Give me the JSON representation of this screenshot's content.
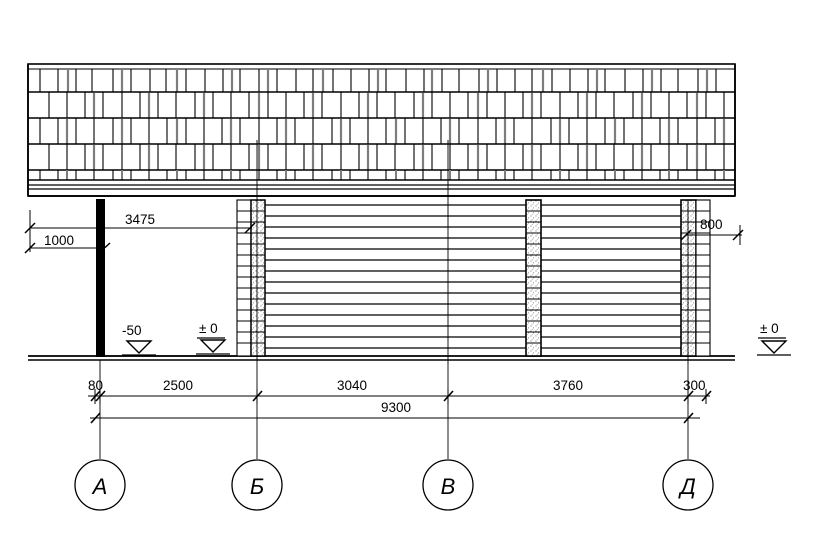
{
  "drawing": {
    "type": "architectural-elevation",
    "title": "",
    "roof": {
      "name": "shingle-roof",
      "shingle_rows": 5,
      "fascia_lines": 4
    },
    "walls": {
      "left_solid_wall": "solid-black-wall",
      "siding": "horizontal-siding",
      "columns": [
        "column-axis-b",
        "column-axis-v",
        "column-axis-d"
      ]
    },
    "vertical_dimensions": [
      {
        "name": "height-3475",
        "value": "3475"
      },
      {
        "name": "height-1000",
        "value": "1000"
      },
      {
        "name": "offset-800",
        "value": "800"
      }
    ],
    "levels": [
      {
        "name": "level-minus-50",
        "value": "-50"
      },
      {
        "name": "level-zero-interior",
        "value": "± 0"
      },
      {
        "name": "level-zero-exterior",
        "value": "± 0"
      }
    ],
    "dimension_chain": {
      "segments": [
        {
          "name": "segment-80",
          "value": "80"
        },
        {
          "name": "segment-2500",
          "value": "2500"
        },
        {
          "name": "segment-3040",
          "value": "3040"
        },
        {
          "name": "segment-3760",
          "value": "3760"
        },
        {
          "name": "segment-300",
          "value": "300"
        }
      ],
      "total": {
        "name": "total-9300",
        "value": "9300"
      }
    },
    "axes": [
      {
        "name": "axis-bubble-a",
        "label": "А"
      },
      {
        "name": "axis-bubble-b",
        "label": "Б"
      },
      {
        "name": "axis-bubble-v",
        "label": "В"
      },
      {
        "name": "axis-bubble-d",
        "label": "Д"
      }
    ],
    "colors": {
      "line": "#000000",
      "background": "#ffffff",
      "hatch": "#f2f2f2",
      "shadow": "#7d7d7d"
    }
  }
}
